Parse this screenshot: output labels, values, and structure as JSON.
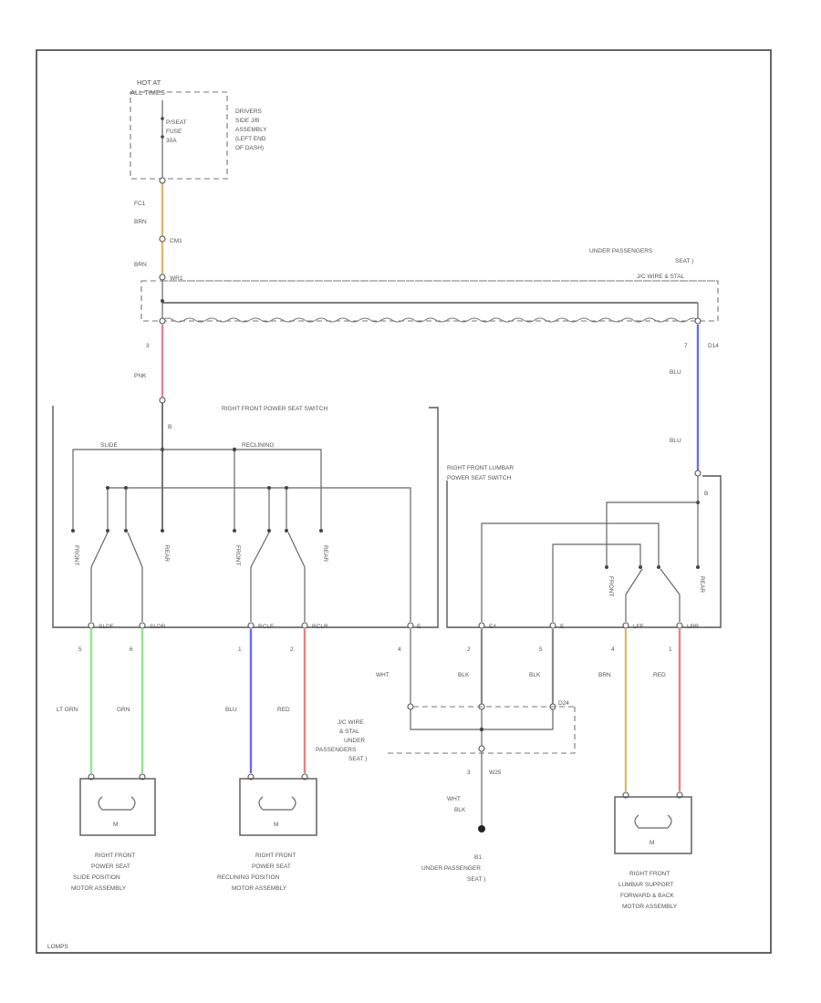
{
  "power": {
    "hot_at": [
      "HOT AT",
      "ALL TIMES"
    ],
    "fuse_label": [
      "P/SEAT",
      "FUSE",
      "30A"
    ],
    "junction_block": [
      "DRIVERS",
      "SIDE J/B",
      "ASSEMBLY",
      "(LEFT END",
      "OF DASH)"
    ],
    "pin_fc1": "FC1",
    "pin_cm1": "CM1",
    "pin_wr1": "WR1",
    "wire_brn_1": "BRN",
    "wire_brn_2": "BRN"
  },
  "connector_ecu": {
    "label": [
      "UNDER PASSENGERS",
      "SEAT )",
      "J/C WIRE & STAL"
    ],
    "pin_left": "3",
    "pin_right": "7",
    "pin_right_name": "D14",
    "wire_left": "PNK",
    "wire_right": "BLU",
    "wire_right_2": "BLU"
  },
  "seat_switch": {
    "title": "RIGHT FRONT POWER SEAT SWITCH",
    "pin_top": "B",
    "slide_label": "SLIDE",
    "reclining_label": "RECLINING",
    "contacts": [
      "FRONT",
      "REAR",
      "FRONT",
      "REAR"
    ],
    "terminals": [
      "SLDF",
      "SLDR",
      "RCLF",
      "RCLR",
      "E"
    ],
    "pin_numbers": [
      "5",
      "6",
      "1",
      "2",
      "4"
    ],
    "wire_colors": [
      "LT GRN",
      "GRN",
      "BLU",
      "RED",
      "WHT"
    ]
  },
  "lumbar_switch": {
    "title": [
      "RIGHT FRONT LUMBAR",
      "POWER SEAT SWITCH"
    ],
    "pin_top": "B",
    "contacts": [
      "FRONT",
      "REAR"
    ],
    "terminals": [
      "E4",
      "E",
      "LFF",
      "LRR"
    ],
    "pin_numbers": [
      "2",
      "5",
      "4",
      "1"
    ],
    "wire_colors": [
      "BLK",
      "BLK",
      "BRN",
      "RED"
    ]
  },
  "ground_block": {
    "label": [
      "J/C WIRE",
      "& STAL",
      "UNDER",
      "PASSENGERS",
      "SEAT )"
    ],
    "pin_name": "D24",
    "pin_lower": "3",
    "pin_lower_name": "W25",
    "wire": [
      "WHT",
      "BLK"
    ],
    "ground_name": [
      "B1",
      "UNDER PASSENGER",
      "SEAT )"
    ]
  },
  "motors": {
    "symbol": "M",
    "slide": [
      "RIGHT FRONT",
      "POWER SEAT",
      "SLIDE POSITION",
      "MOTOR ASSEMBLY"
    ],
    "reclining": [
      "RIGHT FRONT",
      "POWER SEAT",
      "RECLINING POSITION",
      "MOTOR ASSEMBLY"
    ],
    "lumbar": [
      "RIGHT FRONT",
      "LUMBAR SUPPORT",
      "FORWARD & BACK",
      "MOTOR ASSEMBLY"
    ]
  },
  "footer_code": "LOMPS",
  "colors": {
    "brown": "#d9bb6b",
    "pink": "#ef7f9a",
    "blue": "#6b6bf0",
    "green": "#8ee88e",
    "red": "#ef7f7f",
    "line": "#555555"
  }
}
